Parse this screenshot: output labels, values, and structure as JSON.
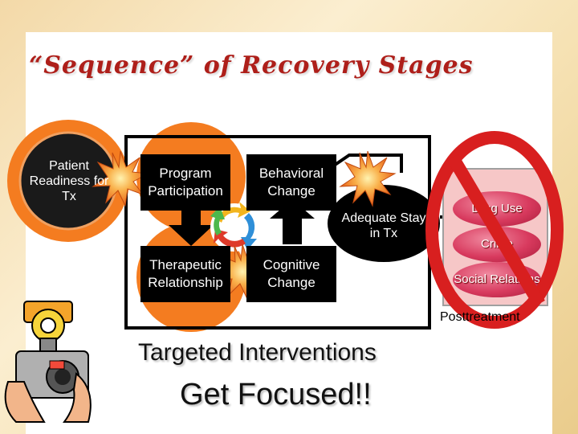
{
  "slide": {
    "title": "“Sequence” of Recovery Stages",
    "readiness": "Patient Readiness for Tx",
    "program": "Program Participation",
    "behavioral": "Behavioral Change",
    "therapeutic": "Therapeutic Relationship",
    "cognitive": "Cognitive Change",
    "adequate": "Adequate Stay in Tx",
    "drug": "Drug Use",
    "crime": "Crime",
    "social": "Social Relations",
    "posttreatment": "Posttreatment",
    "targeted": "Targeted Interventions",
    "focused": "Get Focused!!"
  },
  "colors": {
    "title": "#ae1f1a",
    "orange": "#f47c20",
    "pill": "#d83a5e",
    "prohibit": "#d81f1f",
    "box": "#000000"
  }
}
